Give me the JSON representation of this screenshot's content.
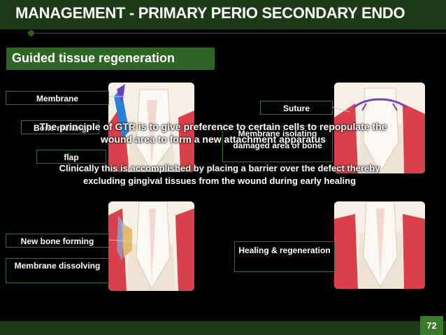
{
  "header": {
    "title": "MANAGEMENT - PRIMARY PERIO SECONDARY ENDO"
  },
  "section": {
    "subtitle": "Guided tissue regeneration"
  },
  "labels": {
    "membrane": "Membrane",
    "bone_melting": "Bone melting",
    "flap": "flap",
    "suture": "Suture",
    "membrane_isolating": "Membrane isolating",
    "damaged_area_of_bone": "damaged area of bone",
    "new_bone_forming": "New bone forming",
    "membrane_dissolving": "Membrane dissolving",
    "healing_regeneration": "Healing & regeneration"
  },
  "body": {
    "principle": "The principle of GTR is to give preference to certain cells to repopulate the wound area to form a new attachment apparatus",
    "clinical": "Clinically this is accomplished by placing a barrier over the defect thereby excluding gingival tissues from the wound during early healing"
  },
  "footer": {
    "page_number": "72"
  },
  "colors": {
    "title_bar": "#1c3a16",
    "accent": "#2e6424",
    "label_border": "#3d6e31",
    "gum": "#d9404a",
    "bone": "#f3e9dc"
  },
  "icons": [
    "tooth-diagram-membrane",
    "tooth-diagram-suture",
    "tooth-diagram-new-bone",
    "tooth-diagram-healed"
  ]
}
